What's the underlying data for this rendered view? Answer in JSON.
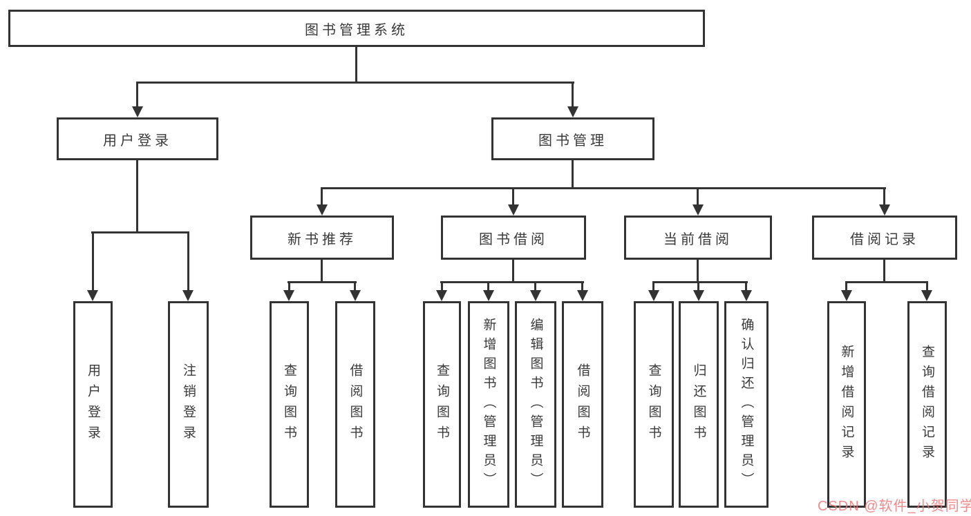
{
  "diagram_title": "图书管理系统",
  "tree": {
    "root": {
      "label": "图书管理系统"
    },
    "branches": [
      {
        "label": "用户登录",
        "children": [
          {
            "label": "用户登录"
          },
          {
            "label": "注销登录"
          }
        ]
      },
      {
        "label": "图书管理",
        "children": [
          {
            "label": "新书推荐",
            "children": [
              {
                "label": "查询图书"
              },
              {
                "label": "借阅图书"
              }
            ]
          },
          {
            "label": "图书借阅",
            "children": [
              {
                "label": "查询图书"
              },
              {
                "label": "新增图书（管理员）"
              },
              {
                "label": "编辑图书（管理员）"
              },
              {
                "label": "借阅图书"
              }
            ]
          },
          {
            "label": "当前借阅",
            "children": [
              {
                "label": "查询图书"
              },
              {
                "label": "归还图书"
              },
              {
                "label": "确认归还（管理员）"
              }
            ]
          },
          {
            "label": "借阅记录",
            "children": [
              {
                "label": "新增借阅记录"
              },
              {
                "label": "查询借阅记录"
              }
            ]
          }
        ]
      }
    ]
  },
  "watermark": {
    "text": "CSDN @软件_小贺同学",
    "color": "#ee7676"
  },
  "colors": {
    "line": "#333333",
    "background": "#ffffff",
    "text": "#3a3a3a"
  }
}
